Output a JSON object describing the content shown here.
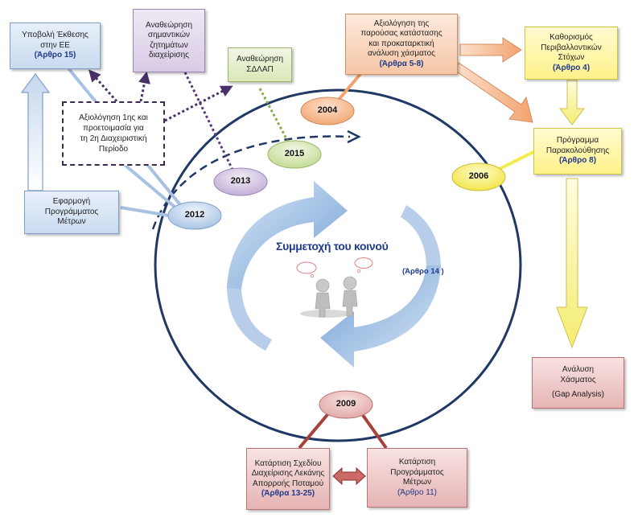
{
  "boxes": {
    "report_ec": {
      "line1": "Υποβολή Έκθεσης",
      "line2": "στην ΕΕ",
      "ref": "(Άρθρο 15)"
    },
    "review_issues": {
      "line1": "Αναθεώρηση",
      "line2": "σημαντικών",
      "line3": "ζητημάτων",
      "line4": "διαχείρισης"
    },
    "review_sdlap": {
      "line1": "Αναθεώρηση",
      "line2": "ΣΔΛΑΠ"
    },
    "assessment": {
      "line1": "Αξιολόγηση της",
      "line2": "παρούσας κατάστασης",
      "line3": "και προκαταρκτική",
      "line4": "ανάλυση χάσματος",
      "ref": "(Άρθρα 5-8)"
    },
    "env_objectives": {
      "line1": "Καθορισμός",
      "line2": "Περιβαλλοντικών",
      "line3": "Στόχων",
      "ref": "(Άρθρο 4)"
    },
    "monitoring": {
      "line1": "Πρόγραμμα",
      "line2": "Παρακολούθησης",
      "ref": "(Άρθρο 8)"
    },
    "gap_analysis": {
      "line1": "Ανάλυση",
      "line2": "Χάσματος",
      "line3": "(Gap Analysis)"
    },
    "rbmp": {
      "line1": "Κατάρτιση Σχεδίου",
      "line2": "Διαχείρισης Λεκάνης",
      "line3": "Απορροής Ποταμού",
      "ref": "(Άρθρα 13-25)"
    },
    "measures_prog": {
      "line1": "Κατάρτιση",
      "line2": "Προγράμματος",
      "line3": "Μέτρων",
      "ref": "(Άρθρο 11)"
    },
    "implementation": {
      "line1": "Εφαρμογή",
      "line2": "Προγράμματος",
      "line3": "Μέτρων"
    },
    "first_eval": {
      "line1": "Αξιολόγηση 1ης και",
      "line2": "προετοιμασία για",
      "line3": "τη 2η Διαχειριστική",
      "line4": "Περίοδο"
    }
  },
  "years": {
    "y2004": "2004",
    "y2006": "2006",
    "y2009": "2009",
    "y2012": "2012",
    "y2013": "2013",
    "y2015": "2015"
  },
  "center": {
    "title": "Συμμετοχή του κοινού",
    "article": "(Άρθρο 14 )"
  },
  "colors": {
    "blue": "#8eb2dc",
    "purple": "#5a3c78",
    "green": "#7d9c3c",
    "orange": "#f0a878",
    "yellow": "#f4f08a",
    "red": "#a8403c",
    "navy": "#1f3864"
  }
}
